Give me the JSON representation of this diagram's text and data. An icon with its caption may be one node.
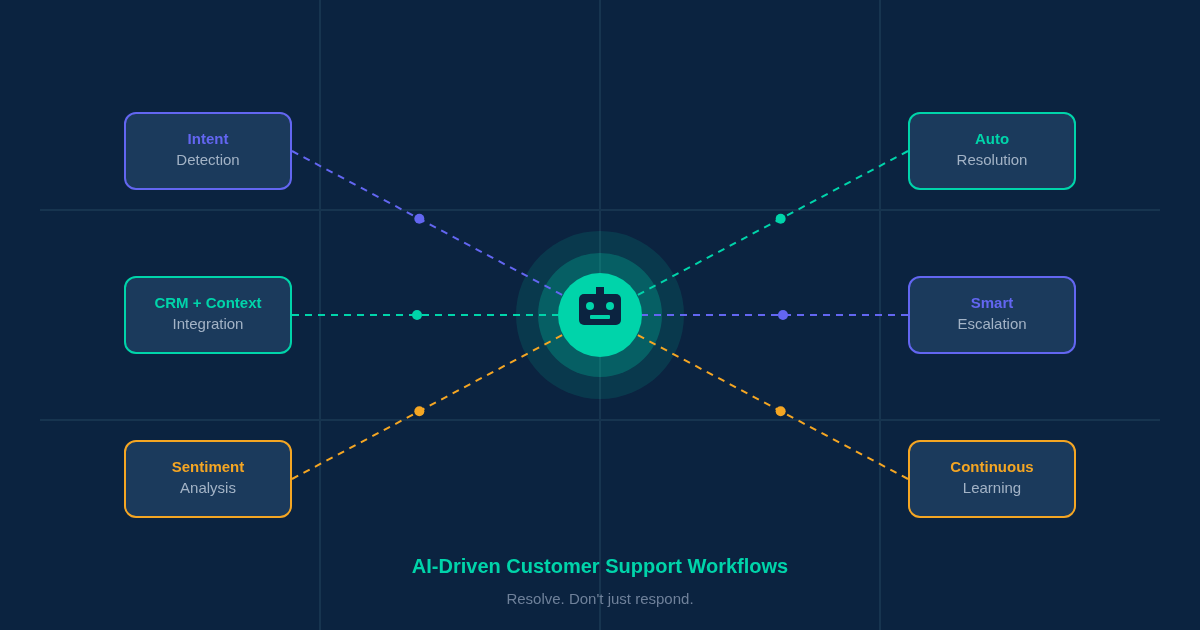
{
  "diagram": {
    "title": "AI-Driven Customer Support Workflows",
    "nodes": [
      {
        "text": [
          "Intent",
          "Detection"
        ]
      },
      {
        "text": [
          "Auto",
          "Resolution"
        ]
      },
      {
        "text": [
          "CRM + Context",
          "Integration"
        ]
      },
      {
        "text": [],
        "shape": "circle"
      },
      {
        "text": [
          "Smart",
          "Escalation"
        ]
      },
      {
        "text": [
          "Sentiment",
          "Analysis"
        ]
      },
      {
        "text": [
          "Continuous",
          "Learning"
        ]
      }
    ],
    "edges": [
      {
        "from": 0,
        "to": 3,
        "arrow": "none",
        "style": "dashed",
        "color": "#6366f1"
      },
      {
        "from": 1,
        "to": 3,
        "arrow": "none",
        "style": "dashed",
        "color": "#00d4aa"
      },
      {
        "from": 2,
        "to": 3,
        "arrow": "none",
        "style": "dashed",
        "color": "#00d4aa"
      },
      {
        "from": 4,
        "to": 3,
        "arrow": "none",
        "style": "dashed",
        "color": "#6366f1"
      },
      {
        "from": 5,
        "to": 3,
        "arrow": "none",
        "style": "dashed",
        "color": "#f5a623"
      },
      {
        "from": 6,
        "to": 3,
        "arrow": "none",
        "style": "dashed",
        "color": "#f5a623"
      }
    ],
    "labels": [
      "Resolve. Don't just respond."
    ]
  }
}
